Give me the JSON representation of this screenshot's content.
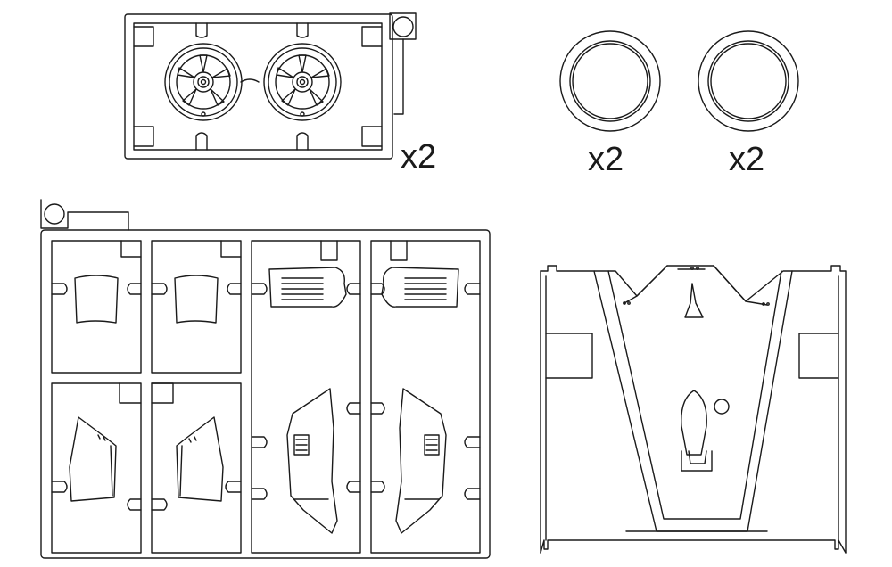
{
  "diagram": {
    "quantities": {
      "wheel_sprue": "x2",
      "tire_1": "x2",
      "tire_2": "x2"
    },
    "colors": {
      "line": "#1a1a1a",
      "background": "#ffffff"
    },
    "parts": [
      "wheel-sprue",
      "tire-ring",
      "tire-ring",
      "body-parts-sprue",
      "chassis-tray"
    ]
  }
}
